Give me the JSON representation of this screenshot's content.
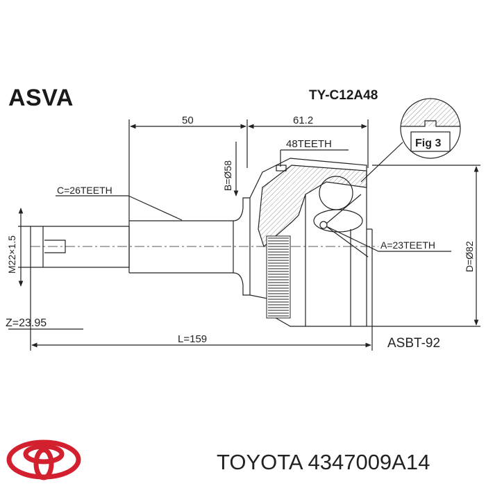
{
  "header": {
    "brand": "ASVA",
    "model_code": "TY-C12A48"
  },
  "dimensions": {
    "length_a": "50",
    "length_b": "61.2",
    "outer_teeth": "48TEETH",
    "bearing_dia": "B=Ø58",
    "spline_c": "C=26TEETH",
    "thread": "M22×1.5",
    "inner_teeth": "A=23TEETH",
    "outer_dia": "D=Ø82",
    "z_value": "Z=23.95",
    "total_length": "L=159",
    "abs_ring": "ASBT-92",
    "fig_label": "Fig 3"
  },
  "footer": {
    "text": "TOYOTA 4347009A14"
  },
  "colors": {
    "ink": "#222222",
    "logo_red": "#d3202f"
  },
  "icons": {
    "logo": "toyota-logo-icon"
  }
}
